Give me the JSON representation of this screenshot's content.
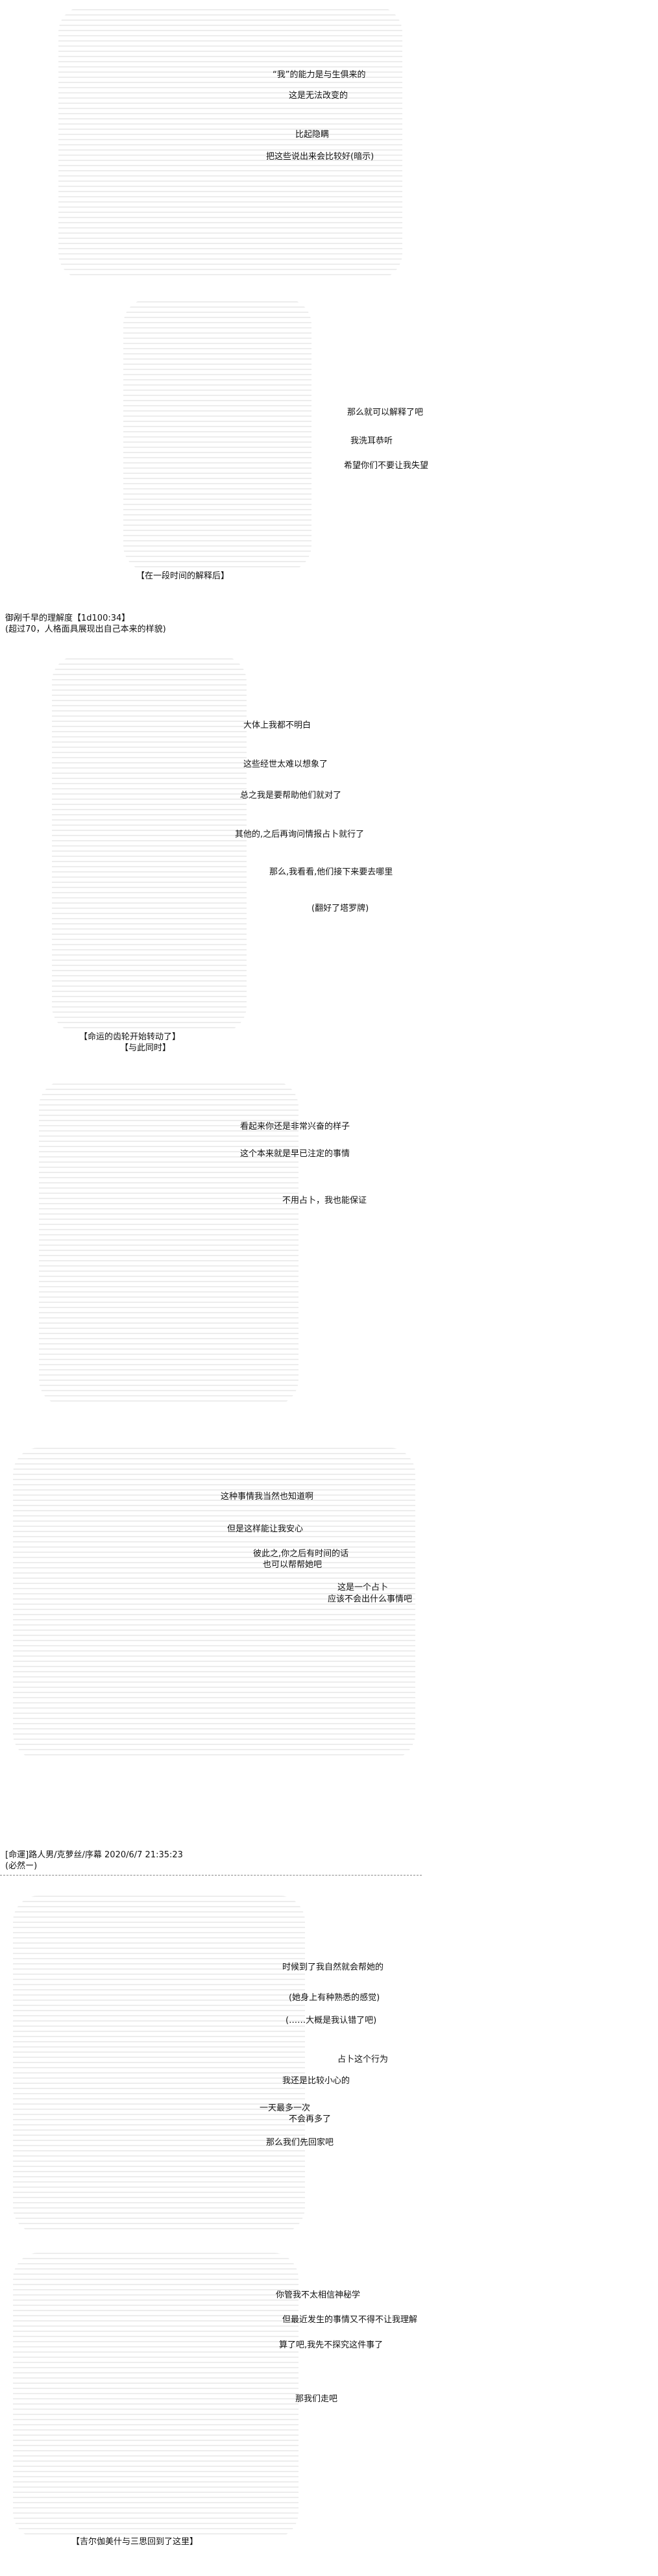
{
  "scene1": {
    "lines": [
      "“我”的能力是与生俱来的",
      "这是无法改变的",
      "比起隐瞒",
      "把这些说出来会比较好(暗示)"
    ]
  },
  "scene2": {
    "lines": [
      "那么就可以解释了吧",
      "我洗耳恭听",
      "希望你们不要让我失望"
    ],
    "caption": "【在一段时间的解释后】"
  },
  "roll1": {
    "line1": "御剐千早的理解度【1d100:34】",
    "line2": "(超过70，人格面具展现出自己本来的样貌)"
  },
  "scene3": {
    "lines": [
      "大体上我都不明白",
      "这些经世太难以想象了",
      "总之我是要帮助他们就对了",
      "其他的,之后再询问情报占卜就行了",
      "那么,我看看,他们接下来要去哪里",
      "(翻好了塔罗牌)"
    ],
    "caption1": "【命运的齿轮开始转动了】",
    "caption2": "【与此同时】"
  },
  "scene4": {
    "lines": [
      "看起来你还是非常兴奋的样子",
      "这个本来就是早已注定的事情",
      "不用占卜，我也能保证"
    ]
  },
  "scene5": {
    "lines": [
      "这种事情我当然也知道啊",
      "但是这样能让我安心",
      "彼此之,你之后有时间的话",
      "也可以帮帮她吧",
      "这是一个占卜",
      "应该不会出什么事情吧"
    ]
  },
  "post": {
    "header": "[命運]路人男/克萝丝/序幕 2020/6/7 21:35:23",
    "sub": "(必然ー)"
  },
  "scene6": {
    "lines": [
      "时候到了我自然就会帮她的",
      "(她身上有种熟悉的感觉)",
      "(……大概是我认错了吧)",
      "占卜这个行为",
      "我还是比较小心的",
      "一天最多一次",
      "不会再多了",
      "那么我们先回家吧"
    ]
  },
  "scene7": {
    "lines": [
      "你管我不太相信神秘学",
      "但最近发生的事情又不得不让我理解",
      "算了吧,我先不探究这件事了",
      "那我们走吧"
    ],
    "caption": "【吉尔伽美什与三思回到了这里】"
  }
}
